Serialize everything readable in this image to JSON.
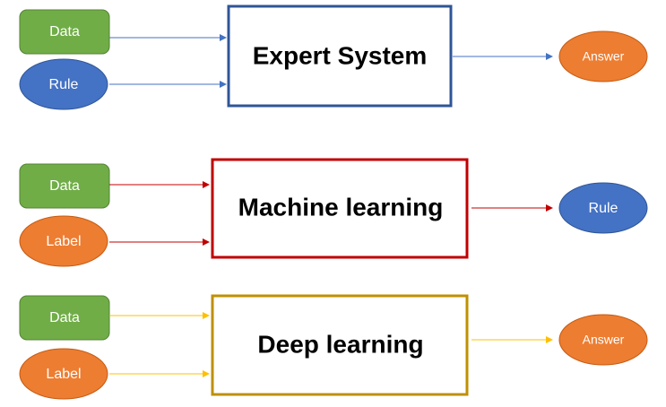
{
  "colors": {
    "green": "#70ad47",
    "blue": "#4472c4",
    "orange": "#ed7d31",
    "expert_border": "#2f5597",
    "ml_border": "#c00000",
    "dl_border": "#bf9000",
    "blue_arrow": "#4472c4",
    "red_arrow": "#c00000",
    "yellow_arrow": "#ffc000"
  },
  "rows": [
    {
      "inputs": [
        "Data",
        "Rule"
      ],
      "process": "Expert System",
      "output": "Answer"
    },
    {
      "inputs": [
        "Data",
        "Label"
      ],
      "process": "Machine learning",
      "output": "Rule"
    },
    {
      "inputs": [
        "Data",
        "Label"
      ],
      "process": "Deep learning",
      "output": "Answer"
    }
  ]
}
